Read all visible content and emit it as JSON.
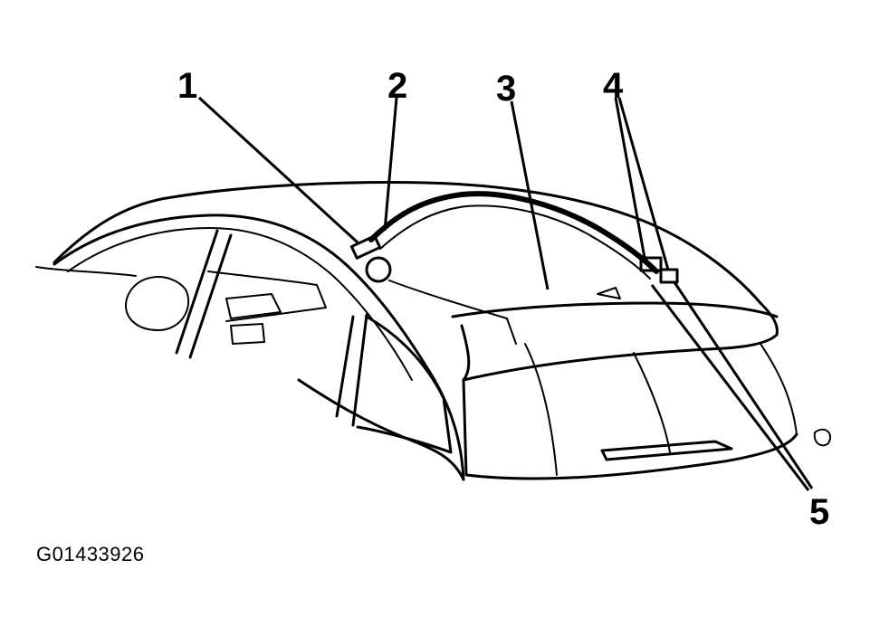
{
  "figure": {
    "id": "G01433926",
    "callouts": [
      {
        "label": "1"
      },
      {
        "label": "2"
      },
      {
        "label": "3"
      },
      {
        "label": "4"
      },
      {
        "label": "5"
      }
    ]
  }
}
